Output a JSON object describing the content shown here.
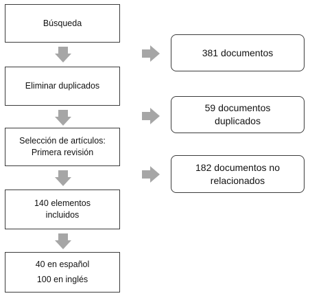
{
  "steps": [
    {
      "lines": [
        "Búsqueda"
      ]
    },
    {
      "lines": [
        "Eliminar duplicados"
      ]
    },
    {
      "lines": [
        "Selección de artículos:",
        "Primera revisión"
      ]
    },
    {
      "lines": [
        "140 elementos",
        "incluidos"
      ]
    },
    {
      "lines": [
        "40 en español",
        "100 en inglés"
      ]
    }
  ],
  "results": [
    {
      "lines": [
        "381 documentos"
      ]
    },
    {
      "lines": [
        "59 documentos",
        "duplicados"
      ]
    },
    {
      "lines": [
        "182 documentos no",
        "relacionados"
      ]
    }
  ],
  "colors": {
    "arrow": "#a6a6a6",
    "border": "#3a3a3a",
    "text": "#111111"
  }
}
